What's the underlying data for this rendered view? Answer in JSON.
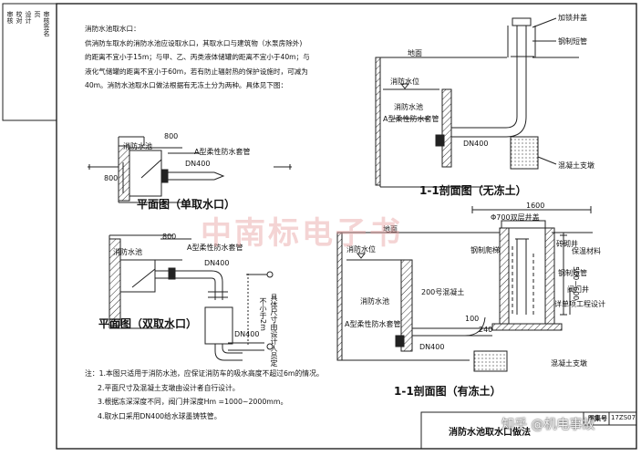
{
  "intro": {
    "heading": "消防水池取水口：",
    "lines": [
      "供消防车取水的消防水池应设取水口，其取水口与建筑物（水泵房除外)",
      "的距离不宜小于15m；与甲、乙、丙类液体储罐的距离不宜小于40m；与",
      "液化气储罐的距离不宜小于60m，若有防止辐射热的保护设施时，可减为",
      "40m。消防水池取水口做法根据有无冻土分为两种。具体见下图："
    ]
  },
  "sidebar": [
    "审核",
    "校对",
    "设计",
    "页",
    "审核签名"
  ],
  "plan_single": {
    "pool": "消防水池",
    "dim_800_top": "800",
    "dim_800_side": "800",
    "sleeve": "A型柔性防水套管",
    "pipe": "DN400",
    "caption": "平面图（单取水口）"
  },
  "plan_double": {
    "pool": "消防水池",
    "dim_800": "800",
    "sleeve": "A型柔性防水套管",
    "pipe_top": "DN400",
    "pipe_bottom": "DN400",
    "spacing_note_1": "具体尺寸由设计人员定",
    "spacing_note_2": "不小于2m",
    "caption": "平面图（双取水口）"
  },
  "section_no_frost": {
    "well_cover": "加锁井盖",
    "steel_pipe": "钢制短管",
    "ground": "地面",
    "water_level": "消防水位",
    "pool": "消防水池",
    "sleeve": "A型柔性防水套管",
    "pipe": "DN400",
    "concrete": "混凝土支墩",
    "caption": "1-1剖面图（无冻土）"
  },
  "section_frost": {
    "dim_1600": "1600",
    "cover": "Φ700双层井盖",
    "ground": "地面",
    "ladder": "钢制爬梯",
    "insulation": "保温材料",
    "dim_500": "500~600",
    "brick_well": "砖砌井",
    "steel_pipe": "钢制短管",
    "water_level": "消防水位",
    "concrete_200": "200号混凝土",
    "valve_well": "阀门井",
    "frost_depth": "详单项工程设计",
    "pool": "消防水池",
    "dim_100": "100",
    "dim_240": "240",
    "sleeve": "A型柔性防水套管",
    "pipe": "DN400",
    "concrete": "混凝土支墩",
    "caption": "1-1剖面图（有冻土）"
  },
  "notes": [
    "注：1.本图只适用于消防水池，应保证消防车的吸水高度不超过6m的情况。",
    "2.平面尺寸及混凝土支墩由设计者自行设计。",
    "3.根据冻深深度不同，阀门井深度Hm =1000~2000mm。",
    "4.取水口采用DN400给水球墨铸铁管。"
  ],
  "titleblock": {
    "title": "消防水池取水口做法",
    "set_label": "图集号",
    "set_value": "17ZS07"
  },
  "watermark": "中南标电子书",
  "credit": "知乎 @机电事故"
}
